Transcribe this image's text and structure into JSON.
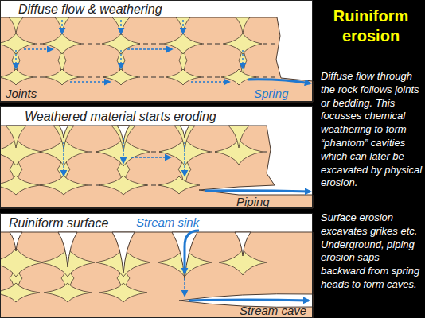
{
  "diagram": {
    "title": "Ruiniform erosion",
    "nodes": [
      {
        "text": [
          "Diffuse flow & weathering",
          "Joints",
          "Spring"
        ]
      },
      {
        "text": [
          "Weathered material starts eroding",
          "Piping"
        ]
      },
      {
        "text": [
          "Ruiniform surface",
          "Stream sink",
          "Stream cave"
        ]
      }
    ],
    "labels": [
      "Diffuse flow through the rock follows joints or bedding. This focusses chemical weathering to form “phantom” cavities which can later be excavated by physical erosion.",
      "Surface erosion excavates grikes etc. Underground, piping erosion saps backward from spring heads to form caves."
    ]
  }
}
